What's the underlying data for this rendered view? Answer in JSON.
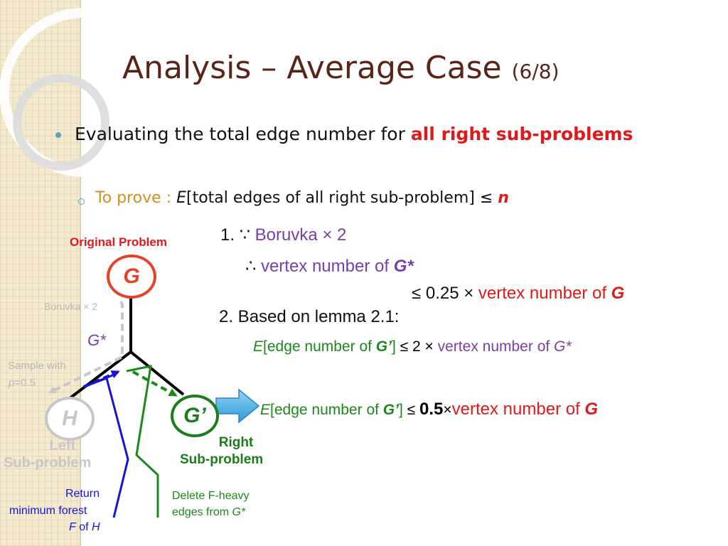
{
  "title": {
    "main": "Analysis – Average Case",
    "fraction": "(6/8)"
  },
  "bullet1": {
    "lead": "Evaluating the total edge number for ",
    "highlight": "all right sub-problems"
  },
  "bullet2": {
    "lead": "To prove : ",
    "e": "E",
    "rest": "[total edges of all right sub-problem] ≤ ",
    "n": "n"
  },
  "step1": {
    "num": "1. ",
    "because": "∵ ",
    "boruvka": "Boruvka ",
    "times": "×",
    "two": " 2",
    "therefore": "∴ ",
    "vn": " vertex number of ",
    "gstar": "G*",
    "le": "≤ 0.25 ",
    "vn2": " vertex number of ",
    "g": "G"
  },
  "step2": {
    "heading": "2. Based on lemma 2.1:",
    "e": "E",
    "open": "[edge number of ",
    "gp": "G’",
    "close": "]",
    "le": " ≤ 2 ",
    "vn": " vertex number of ",
    "gstar": "G*"
  },
  "result": {
    "e": "E",
    "open": "[edge number of ",
    "gp": "G’",
    "close": "]",
    "le": " ≤ ",
    "half": "0.5",
    "vn": "vertex number of ",
    "g": "G"
  },
  "diagram": {
    "original_label": "Original Problem",
    "node_g": "G",
    "boruvka_label": "Boruvka × 2",
    "gstar_label": "G*",
    "sample_line1": "Sample with",
    "sample_p": "p",
    "sample_rest": "=0.5",
    "node_h": "H",
    "left_line1": "Left",
    "left_line2": "Sub-problem",
    "node_gp": "G’",
    "right_line1": "Right",
    "right_line2": "Sub-problem",
    "return_line1": "Return",
    "return_line2": "minimum forest",
    "return_f": "F",
    "return_of": " of ",
    "return_h": "H",
    "delete_line1": "Delete F-heavy",
    "delete_line2": "edges from ",
    "delete_g": "G*"
  },
  "colors": {
    "title": "#5a2418",
    "highlight_red": "#e0191b",
    "node_g": "#e8412a",
    "node_gp": "#1b7d1b",
    "node_h": "#c7c7c7",
    "blue_path": "#1515d8",
    "green_path": "#1a8a1a",
    "arrow_blue": "#4fb6e6"
  }
}
